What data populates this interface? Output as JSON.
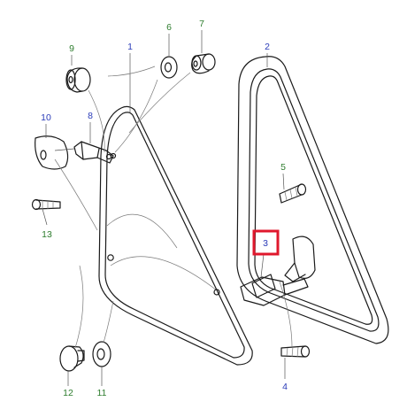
{
  "callouts": [
    {
      "id": "9",
      "color": "green"
    },
    {
      "id": "6",
      "color": "green"
    },
    {
      "id": "7",
      "color": "green"
    },
    {
      "id": "1",
      "color": "blue"
    },
    {
      "id": "2",
      "color": "blue"
    },
    {
      "id": "10",
      "color": "blue"
    },
    {
      "id": "8",
      "color": "blue"
    },
    {
      "id": "5",
      "color": "green"
    },
    {
      "id": "13",
      "color": "green"
    },
    {
      "id": "3",
      "color": "blue"
    },
    {
      "id": "4",
      "color": "blue"
    },
    {
      "id": "12",
      "color": "green"
    },
    {
      "id": "11",
      "color": "green"
    }
  ],
  "highlight": {
    "callout": "3",
    "color": "#e0182d"
  },
  "colors": {
    "blue": "#2a3bb8",
    "green": "#2e7d2e",
    "line": "#1a1a1a"
  }
}
